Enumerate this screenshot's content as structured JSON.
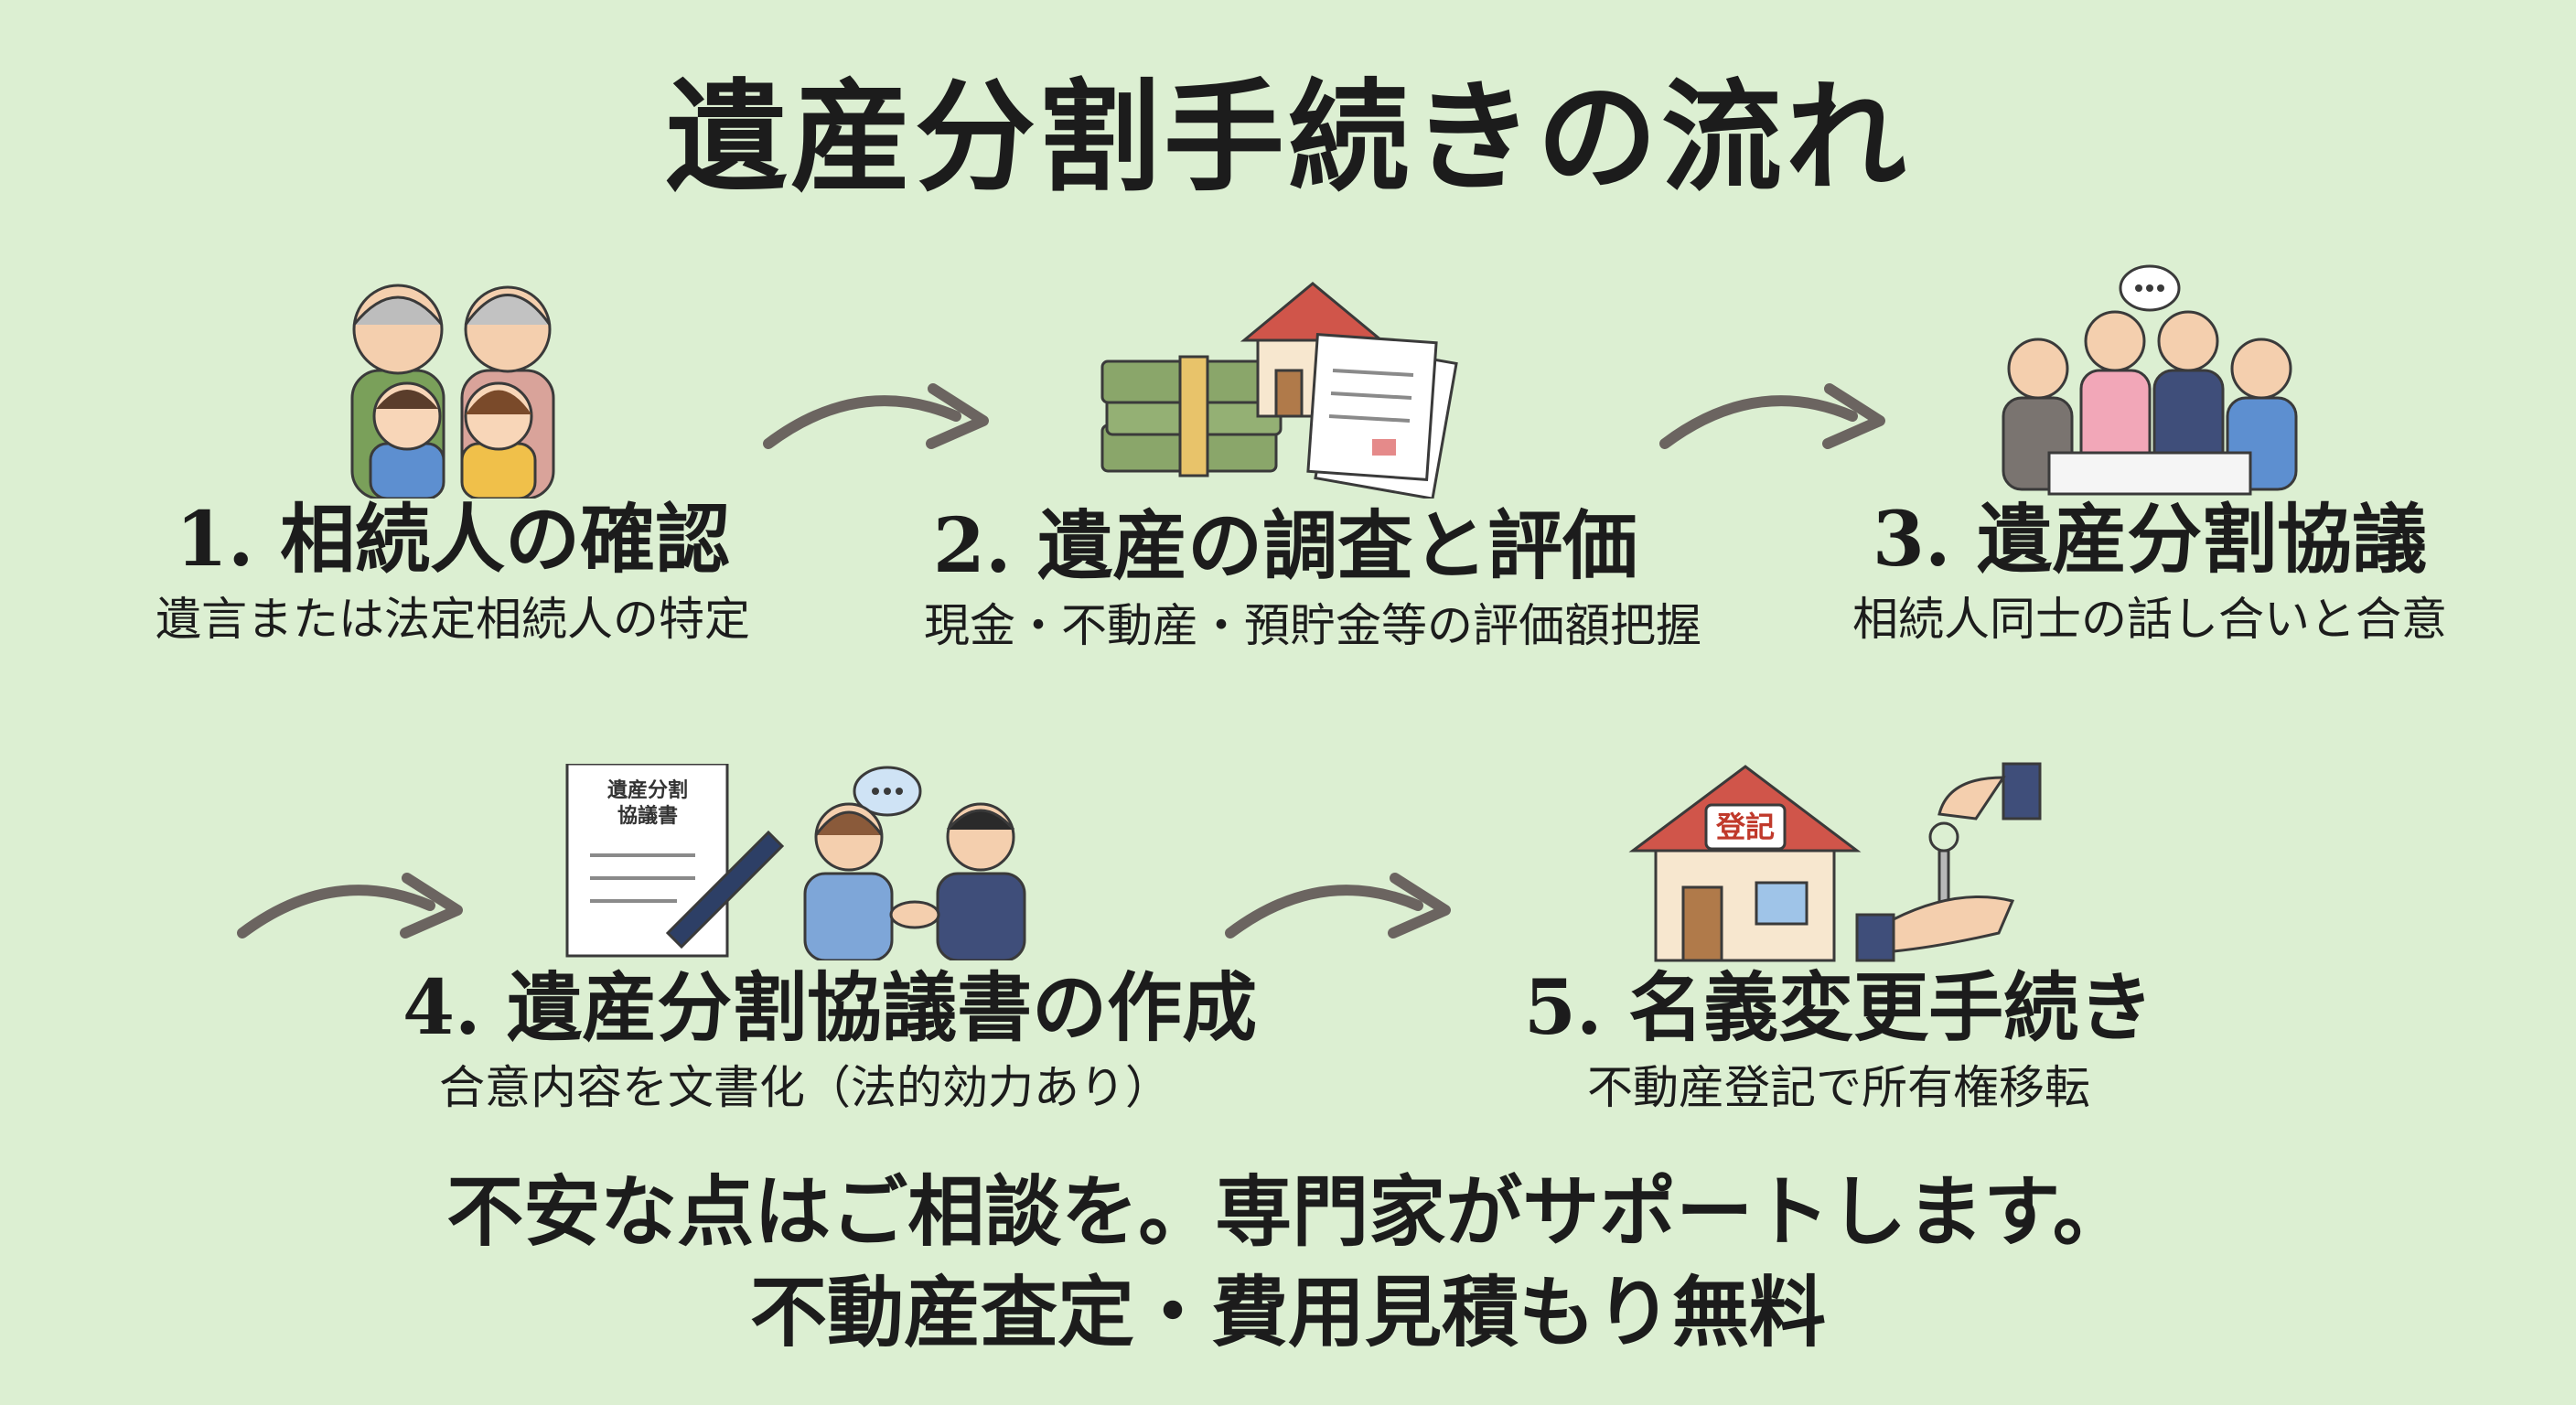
{
  "title": "遺産分割手続きの流れ",
  "steps": [
    {
      "title": "1. 相続人の確認",
      "desc": "遺言または法定相続人の特定"
    },
    {
      "title": "2. 遺産の調査と評価",
      "desc": "現金・不動産・預貯金等の評価額把握"
    },
    {
      "title": "3. 遺産分割協議",
      "desc": "相続人同士の話し合いと合意"
    },
    {
      "title": "4. 遺産分割協議書の作成",
      "desc": "合意内容を文書化（法的効力あり）"
    },
    {
      "title": "5. 名義変更手続き",
      "desc": "不動産登記で所有権移転"
    }
  ],
  "document_label": [
    "遺産分割",
    "協議書"
  ],
  "house_sign": "登記",
  "footer": {
    "line1": "不安な点はご相談を。専門家がサポートします。",
    "line2": "不動産査定・費用見積もり無料"
  },
  "colors": {
    "background": "#dcefd2",
    "arrow": "#6b6460",
    "roof": "#d0554a"
  }
}
